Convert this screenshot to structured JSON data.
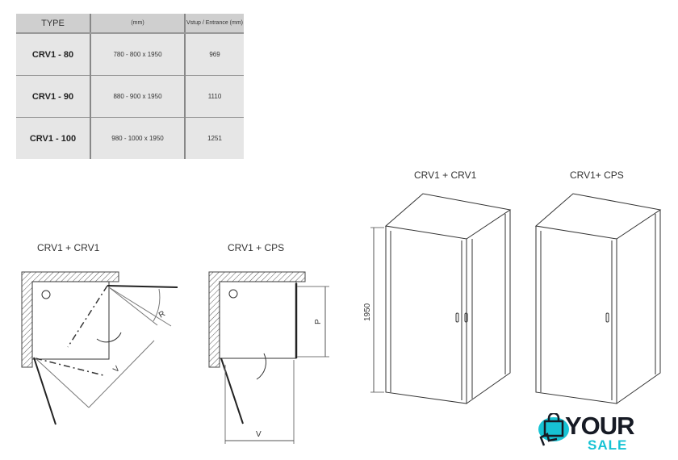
{
  "table": {
    "headers": [
      "TYPE",
      "(mm)",
      "Vstup / Entrance (mm)"
    ],
    "rows": [
      {
        "type": "CRV1 - 80",
        "size": "780 - 800 x 1950",
        "entrance": "969"
      },
      {
        "type": "CRV1 - 90",
        "size": "880 - 900 x 1950",
        "entrance": "1110"
      },
      {
        "type": "CRV1 - 100",
        "size": "980 - 1000 x 1950",
        "entrance": "1251"
      }
    ]
  },
  "plans": {
    "left_title": "CRV1 + CRV1",
    "right_title": "CRV1 + CPS",
    "label_r": "R",
    "label_v": "V",
    "label_p": "P"
  },
  "views3d": {
    "left_title": "CRV1 + CRV1",
    "right_title": "CRV1+ CPS",
    "height_label": "1950"
  },
  "logo": {
    "word1": "YOUR",
    "word2": "SALE",
    "accent": "#17c3d4",
    "dark": "#161a24"
  }
}
